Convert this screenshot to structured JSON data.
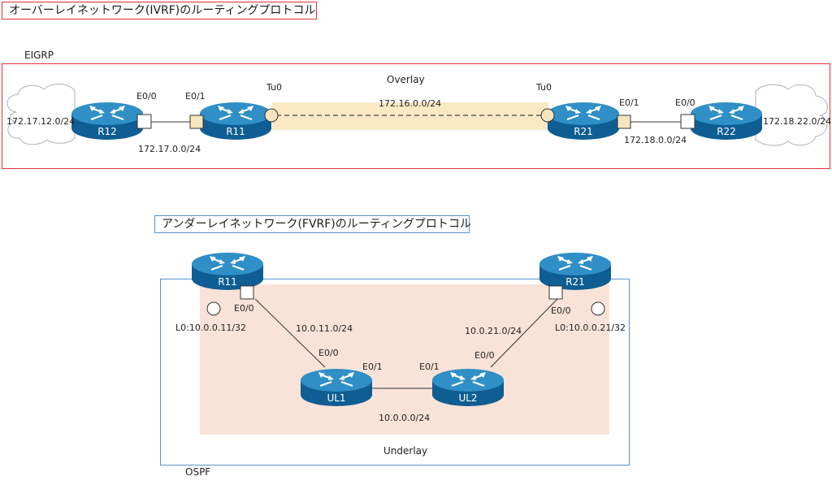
{
  "titles": {
    "overlay": "オーバーレイネットワーク(IVRF)のルーティングプロトコル",
    "underlay": "アンダーレイネットワーク(FVRF)のルーティングプロトコル"
  },
  "overlay": {
    "protocol": "EIGRP",
    "label": "Overlay",
    "routers": {
      "r12": "R12",
      "r11": "R11",
      "r21": "R21",
      "r22": "R22"
    },
    "clouds": {
      "left": "172.17.12.0/24",
      "right": "172.18.22.0/24"
    },
    "interfaces": {
      "r12_e00": "E0/0",
      "r11_e01": "E0/1",
      "r11_tu0": "Tu0",
      "r21_tu0": "Tu0",
      "r21_e01": "E0/1",
      "r22_e00": "E0/0"
    },
    "networks": {
      "left": "172.17.0.0/24",
      "tunnel": "172.16.0.0/24",
      "right": "172.18.0.0/24"
    }
  },
  "underlay": {
    "protocol": "OSPF",
    "label": "Underlay",
    "routers": {
      "r11": "R11",
      "r21": "R21",
      "ul1": "UL1",
      "ul2": "UL2"
    },
    "interfaces": {
      "r11_e00": "E0/0",
      "r21_e00": "E0/0",
      "ul1_e00": "E0/0",
      "ul1_e01": "E0/1",
      "ul2_e01": "E0/1",
      "ul2_e00": "E0/0"
    },
    "loopbacks": {
      "r11": "L0:10.0.0.11/32",
      "r21": "L0:10.0.0.21/32"
    },
    "networks": {
      "r11_ul1": "10.0.11.0/24",
      "r21_ul2": "10.0.21.0/24",
      "ul1_ul2": "10.0.0.0/24"
    }
  },
  "colors": {
    "overlay_border": "#e0323a",
    "underlay_border": "#5a93c8",
    "tunnel_fill": "#fbe9c4",
    "underlay_fill": "#f9e3d8",
    "router_top": "#2f8fc6",
    "router_side": "#0f5e93",
    "port_fill": "#f6e6bf"
  }
}
